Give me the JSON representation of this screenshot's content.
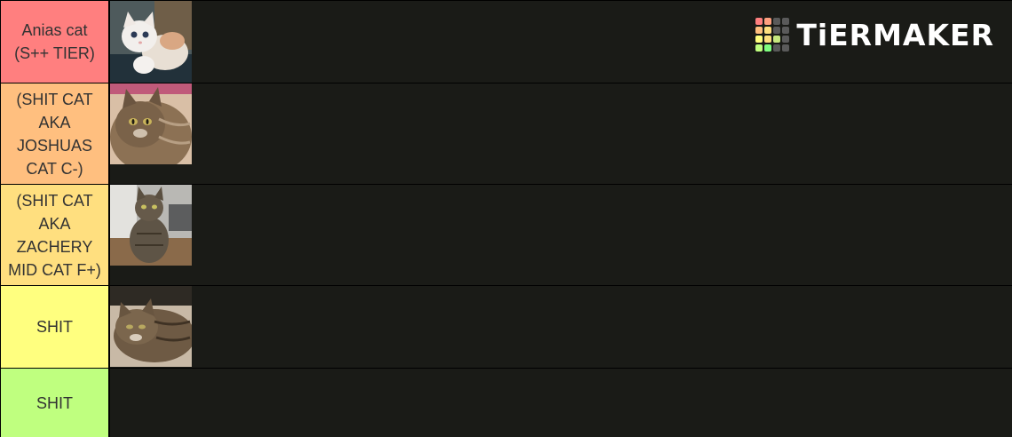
{
  "logo": {
    "text": "TiERMAKER",
    "grid_colors": [
      "#ff7f7f",
      "#ff9f7f",
      "#5a5a5a",
      "#5a5a5a",
      "#ffbf7f",
      "#ffdf7f",
      "#5a5a5a",
      "#5a5a5a",
      "#ffff7f",
      "#ffdf7f",
      "#c6e87f",
      "#5a5a5a",
      "#bfff7f",
      "#7fff7f",
      "#5a5a5a",
      "#5a5a5a"
    ]
  },
  "tiers": [
    {
      "label": "Anias cat\n(S++ TIER)",
      "color": "#ff7f7f",
      "image": "white-kitten"
    },
    {
      "label": "(SHIT CAT\nAKA\nJOSHUAS\nCAT C-)",
      "color": "#ffbf7f",
      "image": "maine-coon-cat"
    },
    {
      "label": "(SHIT CAT\nAKA\nZACHERY\nMID CAT F+)",
      "color": "#ffdf7f",
      "image": "tabby-cat-sitting"
    },
    {
      "label": "SHIT",
      "color": "#ffff7f",
      "image": "tabby-cat-lying"
    },
    {
      "label": "SHIT",
      "color": "#bfff7f",
      "image": null
    }
  ]
}
